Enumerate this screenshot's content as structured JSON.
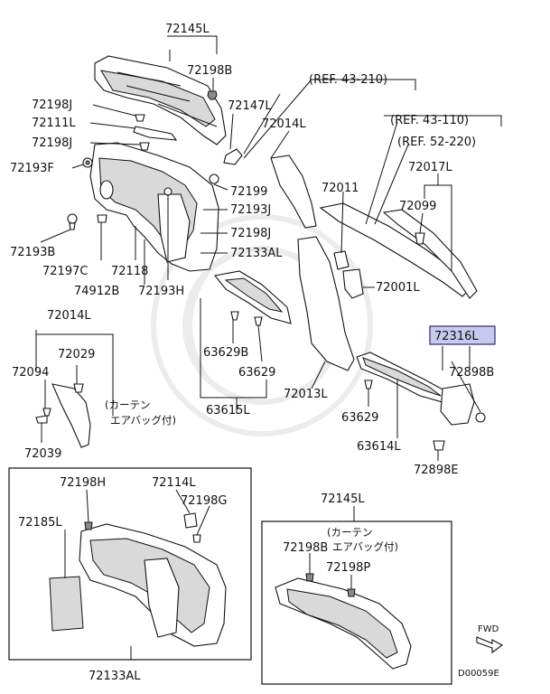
{
  "parts": {
    "p72145L_top": "72145L",
    "p72198B_top": "72198B",
    "p72147L": "72147L",
    "p72198J_a": "72198J",
    "p72111L": "72111L",
    "p72198J_b": "72198J",
    "p72193F": "72193F",
    "p72014L_mid": "72014L",
    "p72199": "72199",
    "p72193J": "72193J",
    "p72011": "72011",
    "p72198J_c": "72198J",
    "p72133AL_mid": "72133AL",
    "p72193B": "72193B",
    "p72197C": "72197C",
    "p72118": "72118",
    "p74912B": "74912B",
    "p72193H": "72193H",
    "p72017L": "72017L",
    "p72099": "72099",
    "p72001L": "72001L",
    "p72014L_left": "72014L",
    "p72029": "72029",
    "p72094": "72094",
    "p72039": "72039",
    "p63629B": "63629B",
    "p63629_a": "63629",
    "p63615L": "63615L",
    "p72013L": "72013L",
    "p63629_b": "63629",
    "p63614L": "63614L",
    "p72316L": "72316L",
    "p72898B": "72898B",
    "p72898E": "72898E",
    "p72198H": "72198H",
    "p72114L": "72114L",
    "p72198G": "72198G",
    "p72185L": "72185L",
    "p72133AL_bottom": "72133AL",
    "p72145L_bottom": "72145L",
    "p72198B_bottom": "72198B",
    "p72198P": "72198P"
  },
  "refs": {
    "ref_43_210": "(REF. 43-210)",
    "ref_43_110": "(REF. 43-110)",
    "ref_52_220": "(REF. 52-220)"
  },
  "notes": {
    "curtain_airbag_left_line1": "(カーテン",
    "curtain_airbag_left_line2": "エアバッグ付)",
    "curtain_airbag_box_line1": "(カーテン",
    "curtain_airbag_box_line2": "エアバッグ付)"
  },
  "fwd_label": "FWD",
  "diagram_code": "D00059E",
  "colors": {
    "highlight_fill": "#c9c9f0",
    "highlight_stroke": "#2b2b6e",
    "line": "#111111"
  }
}
